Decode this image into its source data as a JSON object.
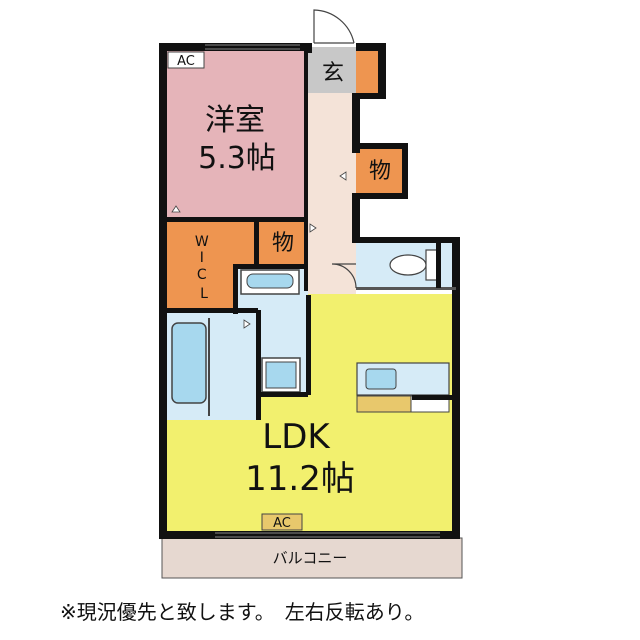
{
  "rooms": {
    "western_room": {
      "name": "洋室",
      "size": "5.3帖",
      "color": "#e5b4b9"
    },
    "ldk": {
      "name": "LDK",
      "size": "11.2帖",
      "color": "#f2f06e"
    },
    "entrance": {
      "name": "玄",
      "color": "#c8c8c8"
    },
    "storage_upper": {
      "name": "物",
      "color": "#ee9550"
    },
    "storage_middle": {
      "name": "物",
      "color": "#ee9550"
    },
    "wic": {
      "name": "W\nI\nC\nL",
      "color": "#ee9550"
    },
    "balcony": {
      "name": "バルコニー",
      "color": "#e6d8d0"
    },
    "hall_color": "#f4e3d8",
    "wet_color": "#d6ebf7"
  },
  "ac_labels": {
    "top": "AC",
    "bottom": "AC"
  },
  "note": "※現況優先と致します。　左右反転あり。"
}
